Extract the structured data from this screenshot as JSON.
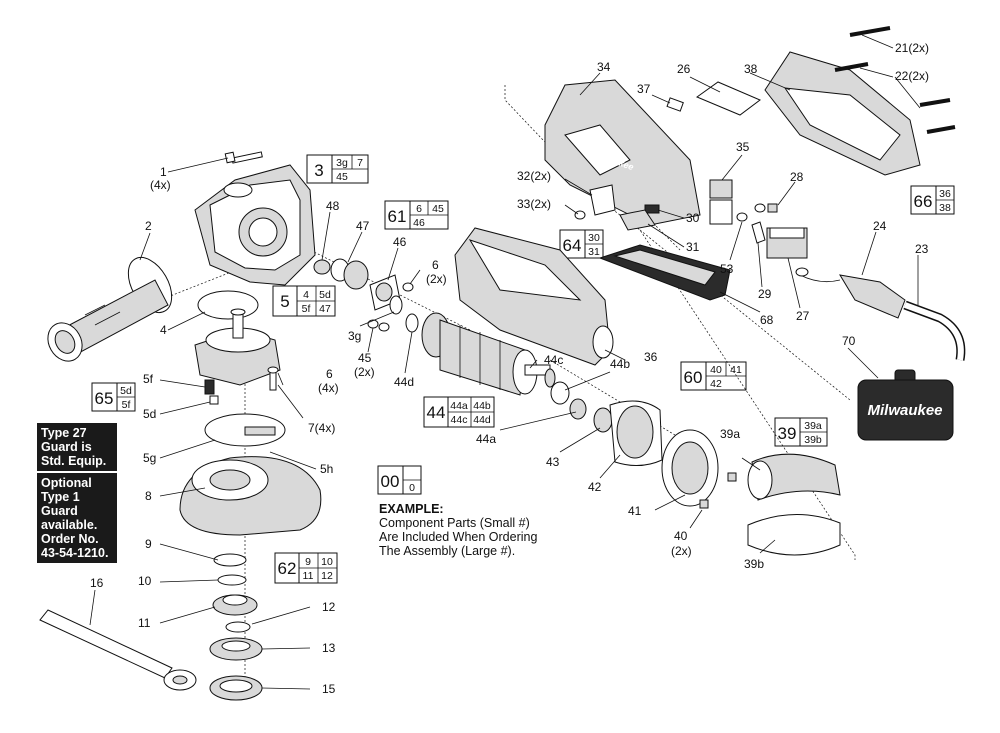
{
  "note": {
    "lines_top": [
      "Type 27",
      "Guard is",
      "Std. Equip."
    ],
    "lines_bottom": [
      "Optional",
      "Type 1",
      "Guard",
      "available.",
      "Order No.",
      "43-54-1210."
    ]
  },
  "example": {
    "title": "EXAMPLE:",
    "lines": [
      "Component Parts (Small #)",
      "Are Included When Ordering",
      "The Assembly (Large #)."
    ]
  },
  "assembly_boxes": [
    {
      "big": "3",
      "small": [
        "3g",
        "7",
        "45",
        ""
      ]
    },
    {
      "big": "61",
      "small": [
        "6",
        "45",
        "46",
        ""
      ]
    },
    {
      "big": "5",
      "small": [
        "4",
        "5d",
        "5f",
        "47"
      ]
    },
    {
      "big": "65",
      "small": [
        "5d",
        "5f"
      ]
    },
    {
      "big": "64",
      "small": [
        "30",
        "31"
      ]
    },
    {
      "big": "66",
      "small": [
        "36",
        "38"
      ]
    },
    {
      "big": "44",
      "small": [
        "44a",
        "44b",
        "44c",
        "44d"
      ]
    },
    {
      "big": "60",
      "small": [
        "40",
        "41",
        "42",
        ""
      ]
    },
    {
      "big": "39",
      "small": [
        "39a",
        "39b"
      ]
    },
    {
      "big": "62",
      "small": [
        "9",
        "10",
        "11",
        "12"
      ]
    },
    {
      "big": "00",
      "small": [
        "",
        "0"
      ]
    }
  ],
  "callouts": [
    "1",
    "(4x)",
    "2",
    "4",
    "5f",
    "5d",
    "5g",
    "5h",
    "6",
    "(4x)",
    "7(4x)",
    "8",
    "9",
    "10",
    "11",
    "12",
    "13",
    "15",
    "16",
    "47",
    "48",
    "46",
    "6",
    "(2x)",
    "45",
    "(2x)",
    "3g",
    "44d",
    "44c",
    "44b",
    "44a",
    "43",
    "42",
    "41",
    "40",
    "(2x)",
    "36",
    "34",
    "37",
    "26",
    "38",
    "21(2x)",
    "22(2x)",
    "35",
    "28",
    "32(2x)",
    "33(2x)",
    "30",
    "31",
    "53",
    "29",
    "27",
    "68",
    "24",
    "23",
    "70",
    "39a",
    "39b"
  ],
  "brand": "Milwaukee"
}
